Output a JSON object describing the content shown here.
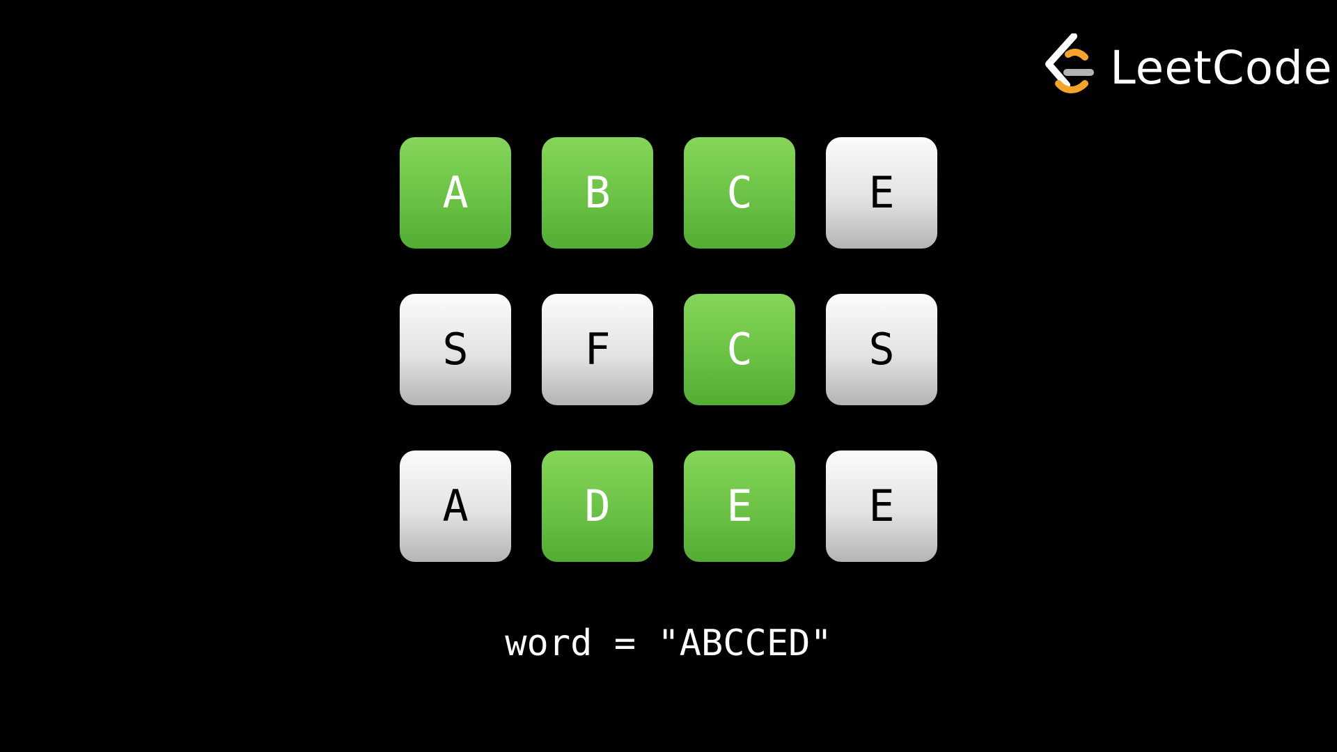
{
  "logo": {
    "text": "LeetCode",
    "icon": "leetcode-logo-icon"
  },
  "colors": {
    "background": "#000000",
    "highlight": "#6dc447",
    "default_tile": "#e3e3e3",
    "logo_orange": "#f5a32a",
    "logo_gray": "#b3b3b3"
  },
  "board": {
    "rows": [
      [
        {
          "letter": "A",
          "highlighted": true
        },
        {
          "letter": "B",
          "highlighted": true
        },
        {
          "letter": "C",
          "highlighted": true
        },
        {
          "letter": "E",
          "highlighted": false
        }
      ],
      [
        {
          "letter": "S",
          "highlighted": false
        },
        {
          "letter": "F",
          "highlighted": false
        },
        {
          "letter": "C",
          "highlighted": true
        },
        {
          "letter": "S",
          "highlighted": false
        }
      ],
      [
        {
          "letter": "A",
          "highlighted": false
        },
        {
          "letter": "D",
          "highlighted": true
        },
        {
          "letter": "E",
          "highlighted": true
        },
        {
          "letter": "E",
          "highlighted": false
        }
      ]
    ]
  },
  "word_line": "word = \"ABCCED\""
}
